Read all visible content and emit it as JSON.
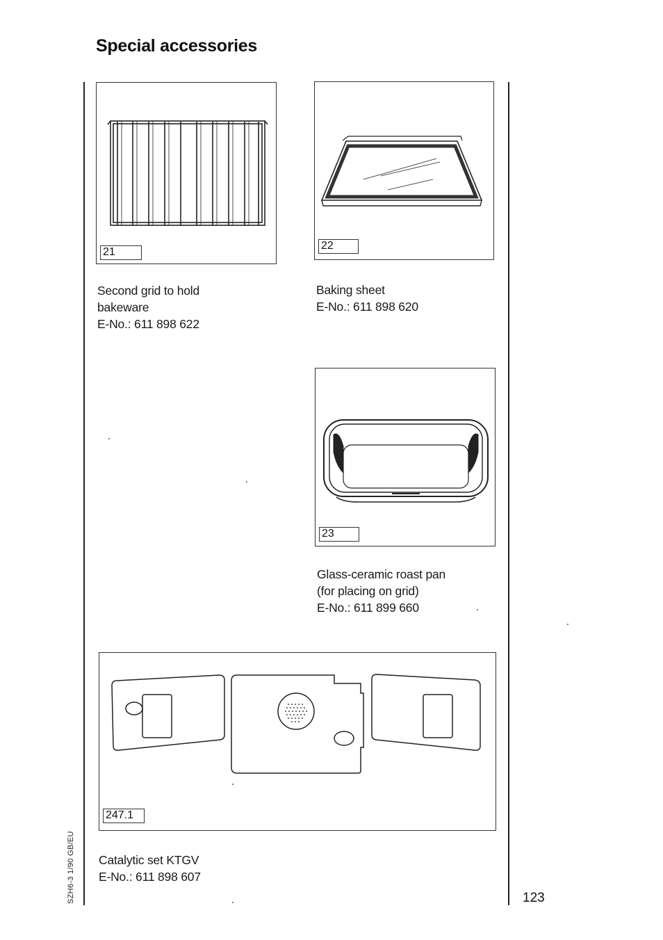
{
  "page": {
    "title": "Special accessories",
    "page_number": "123",
    "side_code": "SZH6-3 1/90  GB/EU"
  },
  "figures": [
    {
      "number": "21",
      "caption": [
        "Second grid to hold",
        "bakeware",
        "E-No.: 611 898 622"
      ]
    },
    {
      "number": "22",
      "caption": [
        "Baking sheet",
        "E-No.: 611 898 620"
      ]
    },
    {
      "number": "23",
      "caption": [
        "Glass-ceramic roast pan",
        "(for placing on grid)",
        "E-No.: 611 899 660"
      ]
    },
    {
      "number": "247.1",
      "caption": [
        "Catalytic set KTGV",
        "E-No.: 611 898 607"
      ]
    }
  ]
}
